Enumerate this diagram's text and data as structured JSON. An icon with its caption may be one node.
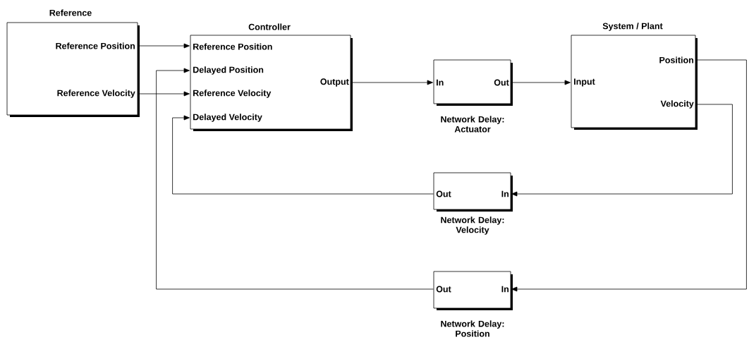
{
  "diagram": {
    "nodes": [
      {
        "text": [
          "Reference",
          "Reference Position",
          "Reference Velocity"
        ]
      },
      {
        "text": [
          "Controller",
          "Reference Position",
          "Delayed Position",
          "Reference Velocity",
          "Delayed Velocity",
          "Output"
        ]
      },
      {
        "text": [
          "In",
          "Out"
        ],
        "beside": [
          "Network Delay: Actuator"
        ]
      },
      {
        "text": [
          "System / Plant",
          "Input",
          "Position",
          "Velocity"
        ]
      },
      {
        "text": [
          "Out",
          "In"
        ],
        "beside": [
          "Network Delay: Velocity"
        ]
      },
      {
        "text": [
          "Out",
          "In"
        ],
        "beside": [
          "Network Delay: Position"
        ]
      }
    ],
    "edges": [
      {
        "from": 0,
        "to": 1,
        "arrow": "to"
      },
      {
        "from": 0,
        "to": 1,
        "arrow": "to"
      },
      {
        "from": 1,
        "to": 2,
        "arrow": "to"
      },
      {
        "from": 2,
        "to": 3,
        "arrow": "to"
      },
      {
        "from": 3,
        "to": 4,
        "arrow": "to"
      },
      {
        "from": 3,
        "to": 5,
        "arrow": "to"
      },
      {
        "from": 4,
        "to": 1,
        "arrow": "to"
      },
      {
        "from": 5,
        "to": 1,
        "arrow": "to"
      }
    ]
  }
}
